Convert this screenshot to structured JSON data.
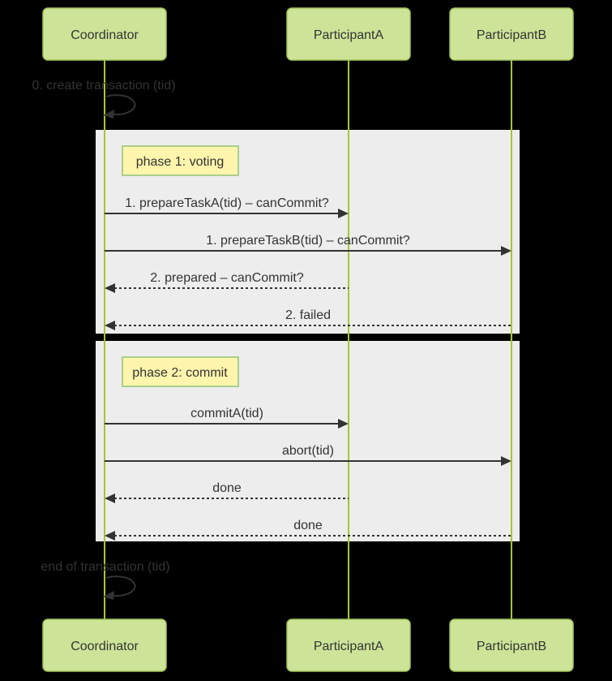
{
  "actors": [
    {
      "name": "Coordinator"
    },
    {
      "name": "ParticipantA"
    },
    {
      "name": "ParticipantB"
    }
  ],
  "self_messages": {
    "start": "0. create transaction (tid)",
    "end": "end of transaction (tid)"
  },
  "phases": [
    {
      "label": "phase 1: voting",
      "messages": [
        {
          "label": "1. prepareTaskA(tid) – canCommit?",
          "from": "Coordinator",
          "to": "ParticipantA",
          "line": "solid"
        },
        {
          "label": "1. prepareTaskB(tid) – canCommit?",
          "from": "Coordinator",
          "to": "ParticipantB",
          "line": "solid"
        },
        {
          "label": "2. prepared – canCommit?",
          "from": "ParticipantA",
          "to": "Coordinator",
          "line": "dashed"
        },
        {
          "label": "2. failed",
          "from": "ParticipantB",
          "to": "Coordinator",
          "line": "dashed"
        }
      ]
    },
    {
      "label": "phase 2: commit",
      "messages": [
        {
          "label": "commitA(tid)",
          "from": "Coordinator",
          "to": "ParticipantA",
          "line": "solid"
        },
        {
          "label": "abort(tid)",
          "from": "Coordinator",
          "to": "ParticipantB",
          "line": "solid"
        },
        {
          "label": "done",
          "from": "ParticipantA",
          "to": "Coordinator",
          "line": "dashed"
        },
        {
          "label": "done",
          "from": "ParticipantB",
          "to": "Coordinator",
          "line": "dashed"
        }
      ]
    }
  ],
  "colors": {
    "background": "#000000",
    "actor_fill": "#cde498",
    "actor_border": "#a2c45c",
    "lifeline": "#a5c633",
    "phase_background": "#ededed",
    "note_fill": "#fff5ad",
    "note_border": "#a9cf8b",
    "text": "#333333",
    "arrow": "#333333"
  }
}
